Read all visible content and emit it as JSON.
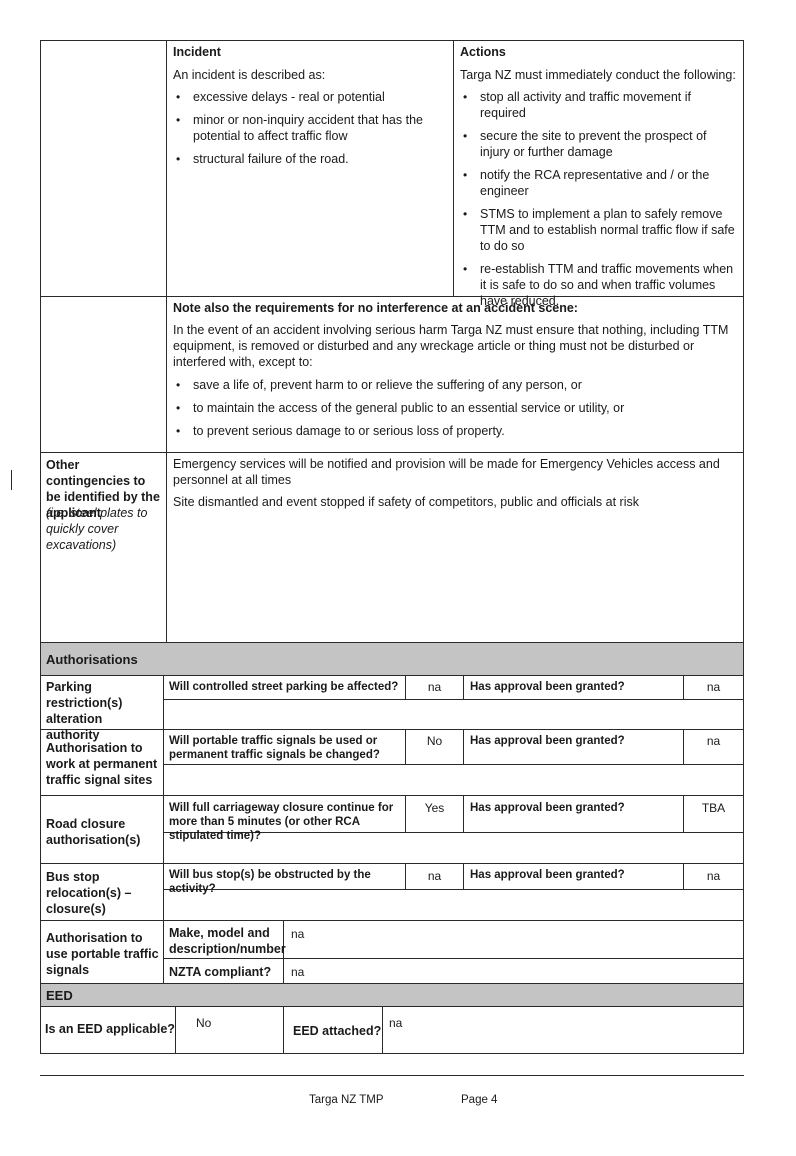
{
  "incident": {
    "heading": "Incident",
    "intro": "An incident is described as:",
    "items": [
      "excessive delays - real or potential",
      "minor or non-inquiry accident that has the potential to affect traffic flow",
      "structural failure of the road."
    ]
  },
  "actions": {
    "heading": "Actions",
    "intro": "Targa NZ  must immediately conduct the following:",
    "items": [
      "stop all activity and traffic movement if required",
      "secure the site to prevent the prospect of injury or further damage",
      "notify the RCA representative and / or the engineer",
      "STMS to implement a plan to safely remove TTM and to establish normal traffic flow if safe to do so",
      "re-establish TTM and traffic movements when it is safe to do so and when traffic volumes have reduced."
    ]
  },
  "note": {
    "heading": "Note also the requirements for no interference at an accident scene:",
    "body": "In the event of an accident involving serious harm Targa NZ must ensure that nothing, including TTM equipment, is removed or disturbed and any wreckage article or thing must not be disturbed or interfered with, except to:",
    "items": [
      "save a life of, prevent harm to or relieve the suffering of any person, or",
      "to maintain the access of the general public to an essential service or utility, or",
      "to prevent serious damage to or serious loss of property."
    ]
  },
  "contingencies": {
    "label": "Other contingencies to be identified by the applicant",
    "label_note": "(i.e. steel plates to quickly cover excavations)",
    "line1": "Emergency services will be notified and provision will be made for Emergency Vehicles access and personnel at all times",
    "line2": "Site dismantled and event stopped if safety of competitors, public and officials at risk"
  },
  "authorisations": {
    "heading": "Authorisations",
    "approval_question": "Has approval been granted?",
    "rows": [
      {
        "label": "Parking restriction(s) alteration authority",
        "question": "Will controlled street parking be affected?",
        "answer": "na",
        "approval": "na"
      },
      {
        "label": "Authorisation to work at permanent traffic signal sites",
        "question": "Will portable traffic signals be used or permanent traffic signals be changed?",
        "answer": "No",
        "approval": "na"
      },
      {
        "label": "Road closure authorisation(s)",
        "question": "Will full carriageway closure continue for more than 5 minutes (or other RCA stipulated time)?",
        "answer": "Yes",
        "approval": "TBA"
      },
      {
        "label": "Bus stop relocation(s) – closure(s)",
        "question": "Will bus stop(s) be obstructed by the activity?",
        "answer": "na",
        "approval": "na"
      }
    ],
    "portable": {
      "label": "Authorisation to use portable traffic signals",
      "make_label": "Make, model and description/number",
      "make_value": "na",
      "nzta_label": "NZTA compliant?",
      "nzta_value": "na"
    }
  },
  "eed": {
    "heading": "EED",
    "question": "Is an EED applicable?",
    "answer": "No",
    "attached_label": "EED attached?",
    "attached_value": "na"
  },
  "footer": {
    "doc": "Targa NZ TMP",
    "page": "Page 4"
  }
}
